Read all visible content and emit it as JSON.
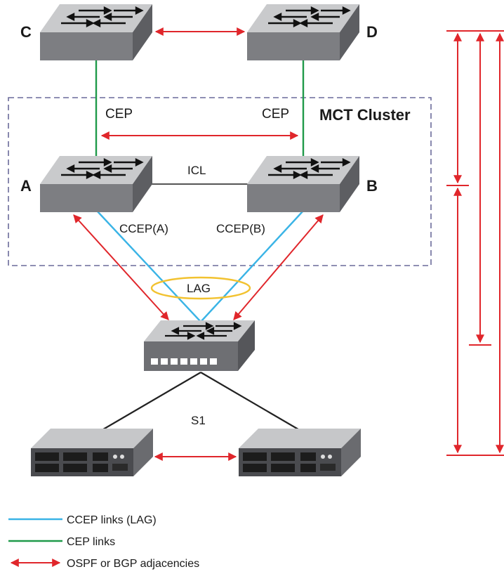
{
  "switches": {
    "c": {
      "label": "C"
    },
    "d": {
      "label": "D"
    },
    "a": {
      "label": "A"
    },
    "b": {
      "label": "B"
    }
  },
  "cluster": {
    "title": "MCT Cluster"
  },
  "links": {
    "cep_left": "CEP",
    "cep_right": "CEP",
    "icl": "ICL",
    "ccep_a": "CCEP(A)",
    "ccep_b": "CCEP(B)",
    "lag": "LAG",
    "s1": "S1"
  },
  "legend": {
    "ccep": "CCEP links (LAG)",
    "cep": "CEP links",
    "adj": "OSPF or BGP adjacencies"
  },
  "colors": {
    "ccep": "#3ab4e6",
    "cep": "#1f9a4a",
    "adjacency": "#e0262b",
    "lag": "#f2c230",
    "cluster_border": "#6a6a9a",
    "device": "#7a7b7e"
  },
  "icons": {
    "switch": "switch-icon",
    "access_switch": "access-switch-icon",
    "server": "server-icon"
  }
}
